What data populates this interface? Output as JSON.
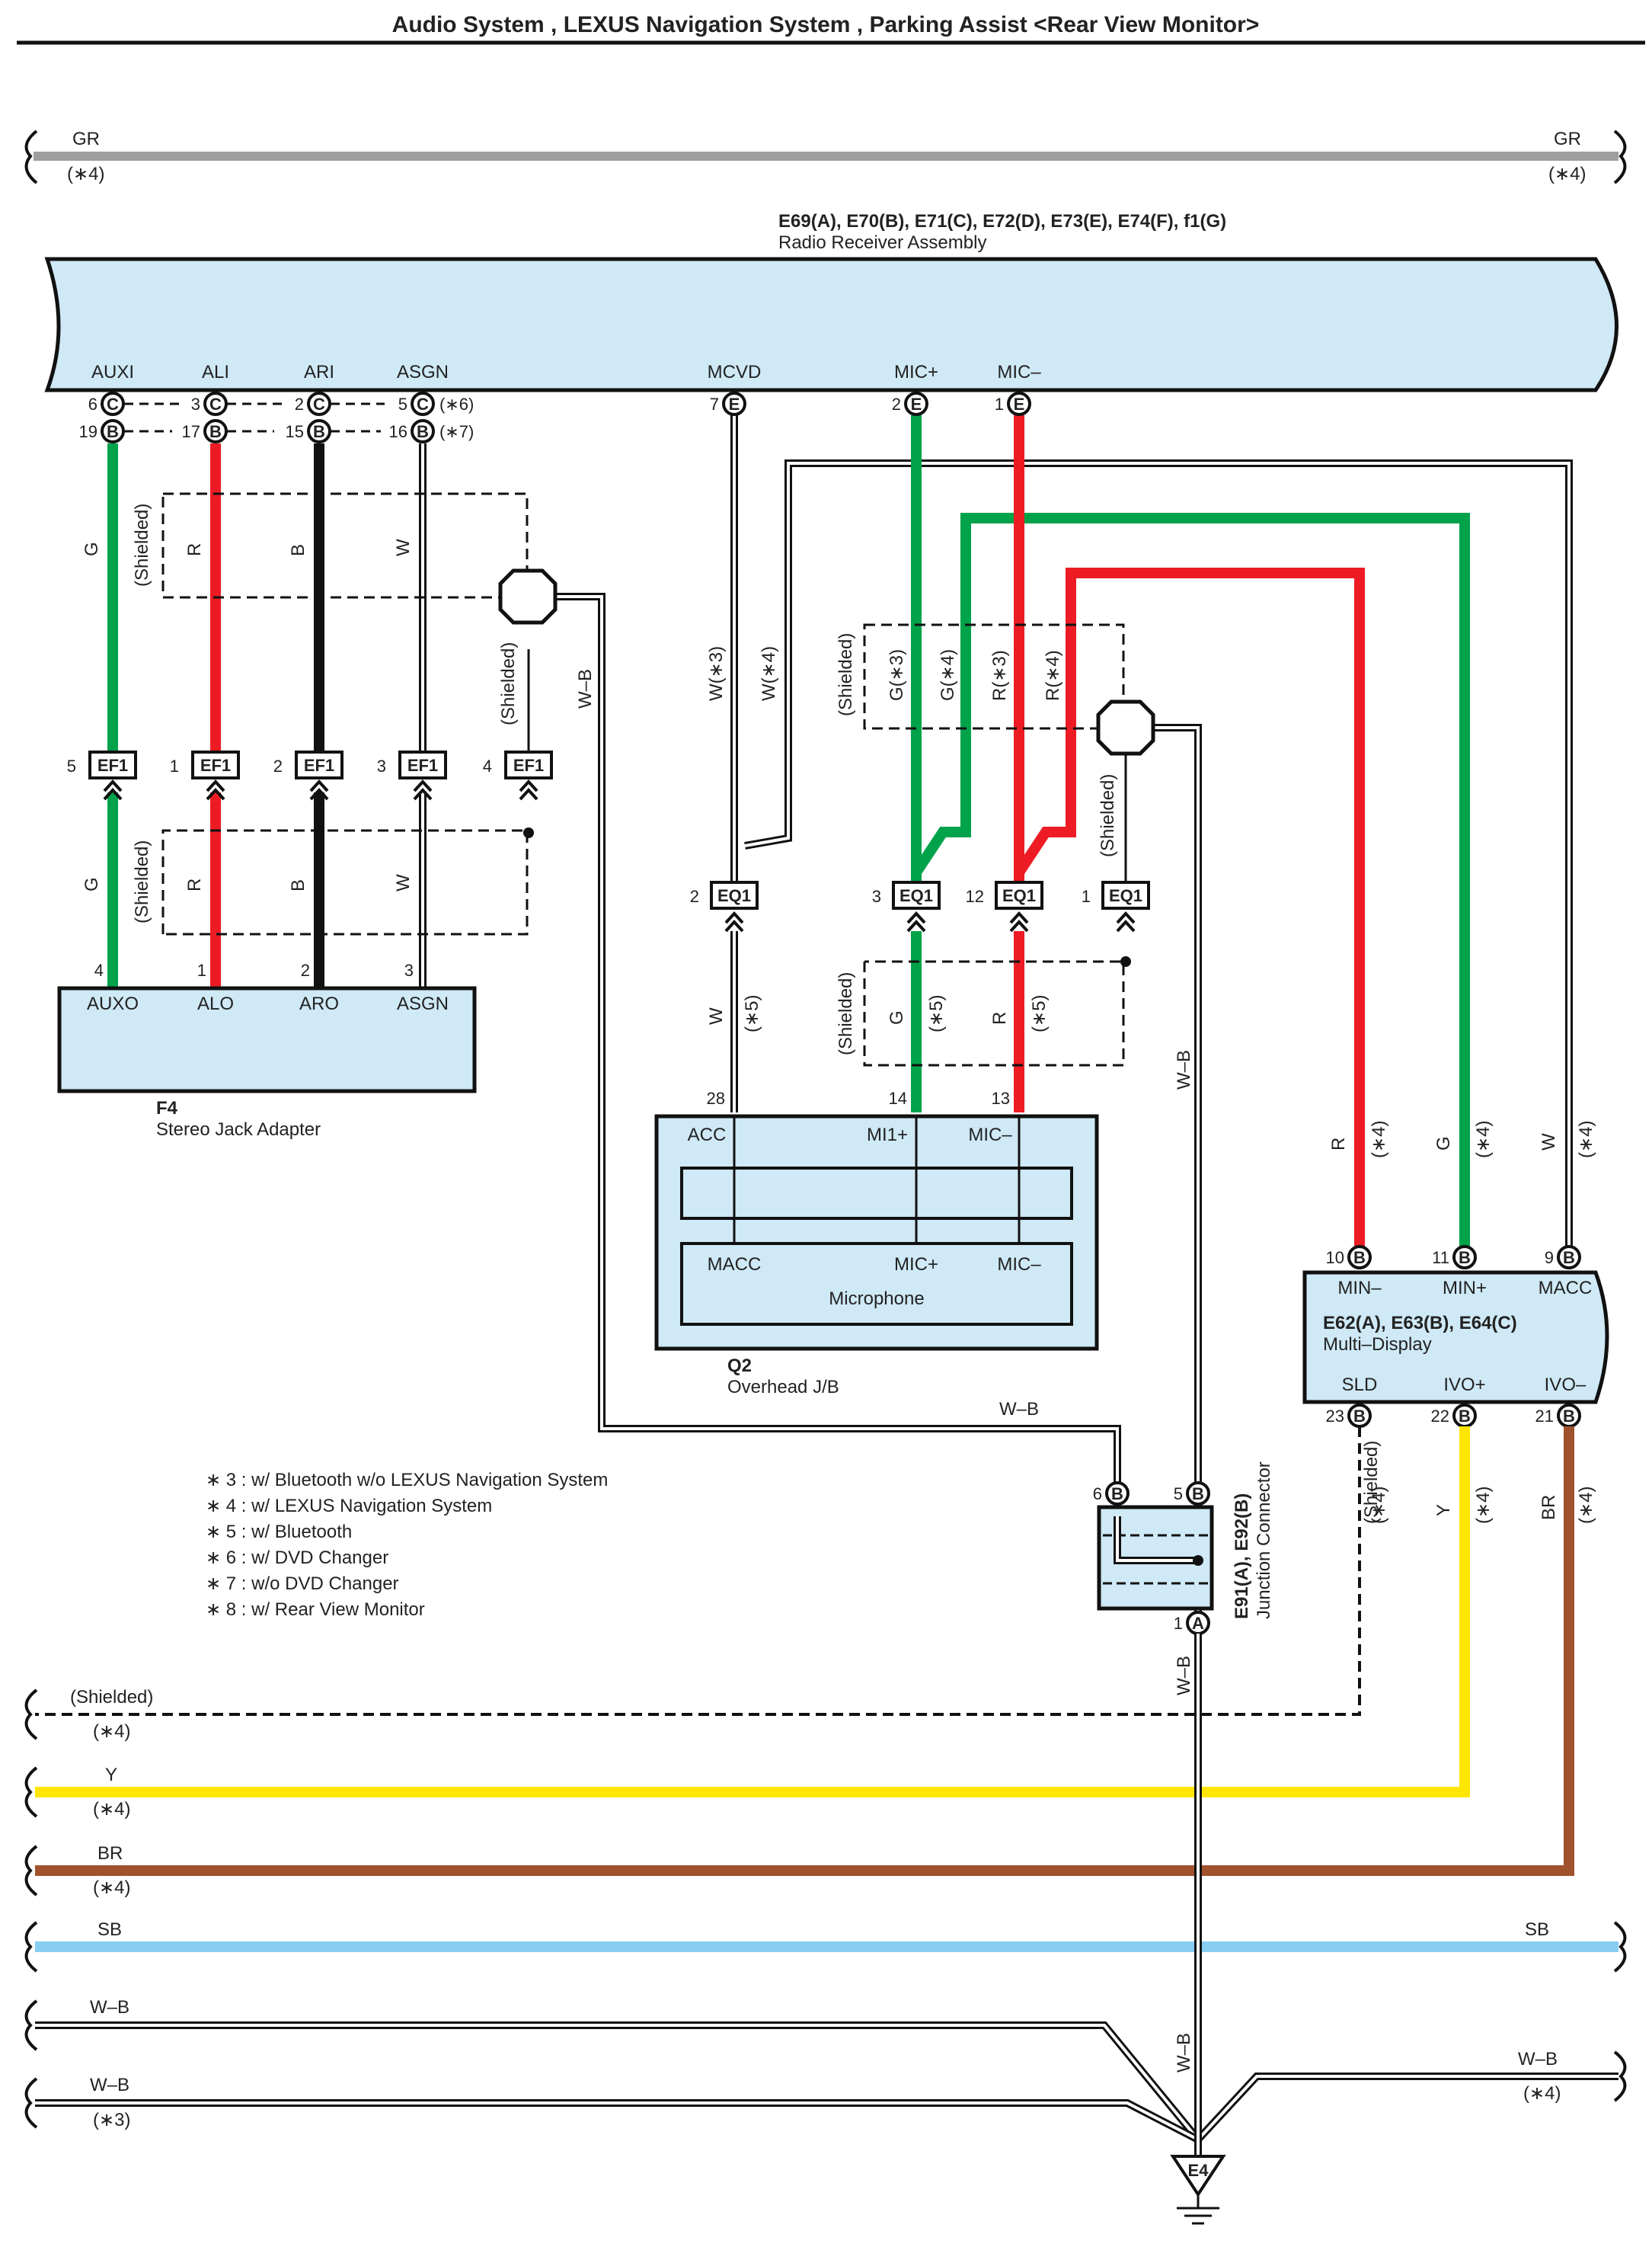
{
  "title": "Audio System , LEXUS Navigation System , Parking Assist <Rear View Monitor>",
  "colors": {
    "G": "#00a34a",
    "R": "#ed1c24",
    "B": "#111111",
    "W": "#ffffff",
    "GR": "#9e9e9e",
    "Y": "#ffe600",
    "BR": "#a0522d",
    "SB": "#87cef2",
    "component": "#cfe9f6"
  },
  "top_wire": {
    "left_label": "GR",
    "right_label": "GR",
    "left_note": "(∗4)",
    "right_note": "(∗4)"
  },
  "radio": {
    "connectors": "E69(A), E70(B), E71(C), E72(D), E73(E), E74(F), f1(G)",
    "name": "Radio Receiver Assembly",
    "terminals": [
      "AUXI",
      "ALI",
      "ARI",
      "ASGN",
      "MCVD",
      "MIC+",
      "MIC–"
    ]
  },
  "radio_pins": {
    "row1": [
      {
        "pin": "6",
        "conn": "C"
      },
      {
        "pin": "3",
        "conn": "C"
      },
      {
        "pin": "2",
        "conn": "C"
      },
      {
        "pin": "5",
        "conn": "C"
      }
    ],
    "row1_note": "(∗6)",
    "row2": [
      {
        "pin": "19",
        "conn": "B"
      },
      {
        "pin": "17",
        "conn": "B"
      },
      {
        "pin": "15",
        "conn": "B"
      },
      {
        "pin": "16",
        "conn": "B"
      }
    ],
    "row2_note": "(∗7)",
    "mic": [
      {
        "pin": "7",
        "conn": "E"
      },
      {
        "pin": "2",
        "conn": "E"
      },
      {
        "pin": "1",
        "conn": "E"
      }
    ]
  },
  "wire_labels": {
    "g": "G",
    "r": "R",
    "b": "B",
    "w": "W",
    "wb": "W–B",
    "shielded": "(Shielded)",
    "w3": "W(∗3)",
    "w4": "W(∗4)",
    "g3": "G(∗3)",
    "g4": "G(∗4)",
    "r3": "R(∗3)",
    "r4": "R(∗4)",
    "n4": "(∗4)",
    "n5": "(∗5)",
    "y": "Y",
    "br": "BR"
  },
  "ef1": {
    "name": "EF1",
    "pins": [
      "5",
      "1",
      "2",
      "3",
      "4"
    ]
  },
  "eq1": {
    "name": "EQ1",
    "pins": [
      "2",
      "3",
      "12",
      "1"
    ]
  },
  "stereo_jack": {
    "id": "F4",
    "name": "Stereo Jack Adapter",
    "terminals": [
      "AUXO",
      "ALO",
      "ARO",
      "ASGN"
    ],
    "pins": [
      "4",
      "1",
      "2",
      "3"
    ]
  },
  "overhead": {
    "id": "Q2",
    "name": "Overhead J/B",
    "terminals": [
      "ACC",
      "MI1+",
      "MIC–"
    ],
    "pins": [
      "28",
      "14",
      "13"
    ],
    "microphone": {
      "name": "Microphone",
      "terminals": [
        "MACC",
        "MIC+",
        "MIC–"
      ]
    }
  },
  "multi_display": {
    "connectors": "E62(A), E63(B), E64(C)",
    "name": "Multi–Display",
    "top_terminals": [
      "MIN–",
      "MIN+",
      "MACC"
    ],
    "top_pins": [
      "10",
      "11",
      "9"
    ],
    "bottom_terminals": [
      "SLD",
      "IVO+",
      "IVO–"
    ],
    "bottom_pins": [
      "23",
      "22",
      "21"
    ],
    "conn": "B"
  },
  "junction": {
    "connectors": "E91(A), E92(B)",
    "name": "Junction Connector",
    "pins": [
      {
        "pin": "6",
        "conn": "B"
      },
      {
        "pin": "5",
        "conn": "B"
      },
      {
        "pin": "1",
        "conn": "A"
      }
    ]
  },
  "notes": [
    "∗ 3 : w/ Bluetooth w/o LEXUS Navigation System",
    "∗ 4 : w/ LEXUS Navigation System",
    "∗ 5 : w/ Bluetooth",
    "∗ 6 : w/ DVD Changer",
    "∗ 7 : w/o DVD Changer",
    "∗ 8 : w/ Rear View Monitor"
  ],
  "bottom_wires": [
    {
      "label": "(Shielded)",
      "note": "(∗4)"
    },
    {
      "label": "Y",
      "note": "(∗4)"
    },
    {
      "label": "BR",
      "note": "(∗4)"
    },
    {
      "label": "SB",
      "right_label": "SB"
    },
    {
      "label": "W–B"
    },
    {
      "label": "W–B",
      "note": "(∗3)"
    },
    {
      "label": "W–B",
      "note": "(∗4)"
    }
  ],
  "ground": {
    "name": "E4"
  }
}
